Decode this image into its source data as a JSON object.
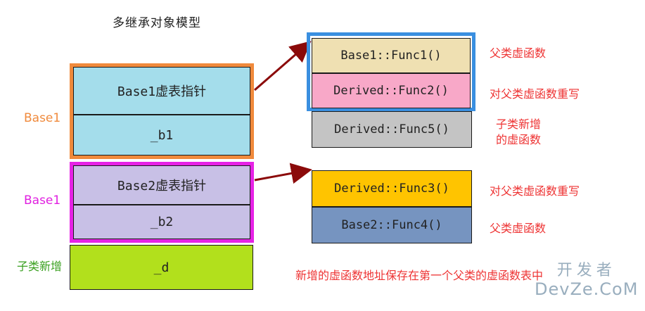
{
  "title": "多继承对象模型",
  "object_layout": {
    "base1_label": "Base1",
    "base2_label": "Base1",
    "child_label": "子类新增",
    "base1_vptr": "Base1虚表指针",
    "base1_member": "_b1",
    "base2_vptr": "Base2虚表指针",
    "base2_member": "_b2",
    "child_member": "_d",
    "colors": {
      "base1_frame": "#f08a3c",
      "base2_frame": "#e622e6",
      "base1_fill": "#a4ddeb",
      "base2_fill": "#c8c0e6",
      "child_fill": "#b2e01c"
    }
  },
  "vtable1": {
    "entries": [
      "Base1::Func1()",
      "Derived::Func2()",
      "Derived::Func5()"
    ],
    "notes": [
      "父类虚函数",
      "对父类虚函数重写",
      "子类新增",
      "的虚函数"
    ],
    "frame_color": "#3a8fe0"
  },
  "vtable2": {
    "entries": [
      "Derived::Func3()",
      "Base2::Func4()"
    ],
    "notes": [
      "对父类虚函数重写",
      "父类虚函数"
    ]
  },
  "footer_note": "新增的虚函数地址保存在第一个父类的虚函数表中",
  "watermark": {
    "line1": "开发者",
    "line2": "DevZe.CoM"
  },
  "arrow_color": "#8b0a0a"
}
